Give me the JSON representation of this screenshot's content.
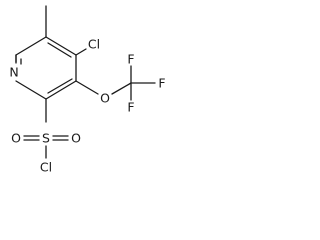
{
  "molecule": {
    "atoms": {
      "methyl": "",
      "ring_n": "N",
      "chloro": "Cl",
      "ether_o": "O",
      "f_top": "F",
      "f_right": "F",
      "f_bottom": "F",
      "sulfur": "S",
      "sulfonyl_o_left": "O",
      "sulfonyl_o_right": "O",
      "sulfonyl_cl": "Cl"
    }
  }
}
